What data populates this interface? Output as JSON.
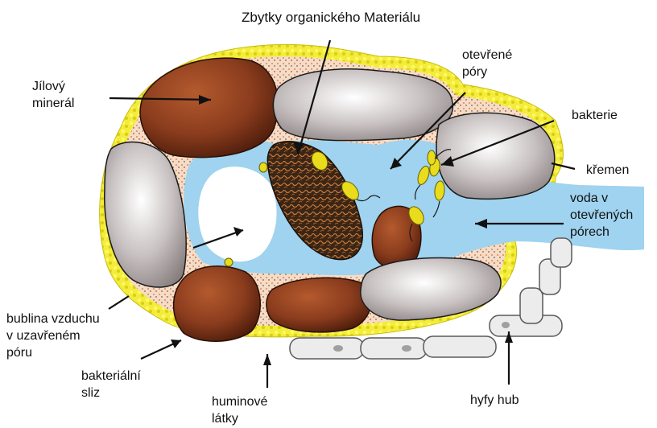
{
  "labels": {
    "organic_residue": "Zbytky organického Materiálu",
    "open_pores": "otevřené\npóry",
    "clay_mineral": "Jílový\nminerál",
    "bacteria": "bakterie",
    "quartz": "křemen",
    "water_in_open_pores": "voda v\notevřených\npórech",
    "air_bubble": "bublina vzduchu\nv uzavřeném\npóru",
    "bacterial_slime": "bakteriální\nsliz",
    "humic_substances": "huminové\nlátky",
    "fungal_hyphae": "hyfy hub"
  },
  "colors": {
    "water": "#9fd3ef",
    "clay": "#8a3c1d",
    "quartz": "#b9b2b2",
    "organic": "#3a2616",
    "bacteria": "#e8dc1c",
    "slime_border": "#f2ea28",
    "humic": "#f2c8a8",
    "hyphae": "#ececec"
  }
}
